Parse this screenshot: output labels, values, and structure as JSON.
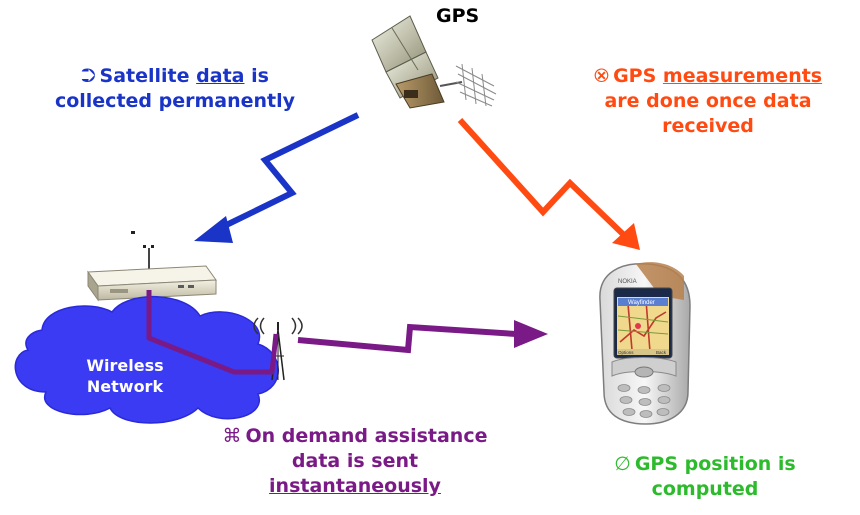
{
  "gps_label": "GPS",
  "satellite_note": {
    "icon": "⮊",
    "part1": "Satellite ",
    "underlined": "data",
    "part2": " is",
    "line2": "collected permanently",
    "color": "#1a34c8"
  },
  "measure_note": {
    "icon": "⮿",
    "part1": "GPS ",
    "underlined": "measurements",
    "line2": "are done once data",
    "line3": "received",
    "color": "#ff4a12"
  },
  "network_label": {
    "line1": "Wireless",
    "line2": "Network"
  },
  "assist_note": {
    "icon": "⌘",
    "line1": "On demand assistance",
    "line2": "data is sent",
    "underlined": "instantaneously",
    "color": "#7a1a86"
  },
  "position_note": {
    "icon": "∅",
    "line1": "GPS position is",
    "line2": "computed",
    "color": "#2dbb2d"
  },
  "phone_screen": {
    "brand": "NOKIA",
    "app": "Wayfinder",
    "softkey_left": "Options",
    "softkey_right": "Back"
  }
}
